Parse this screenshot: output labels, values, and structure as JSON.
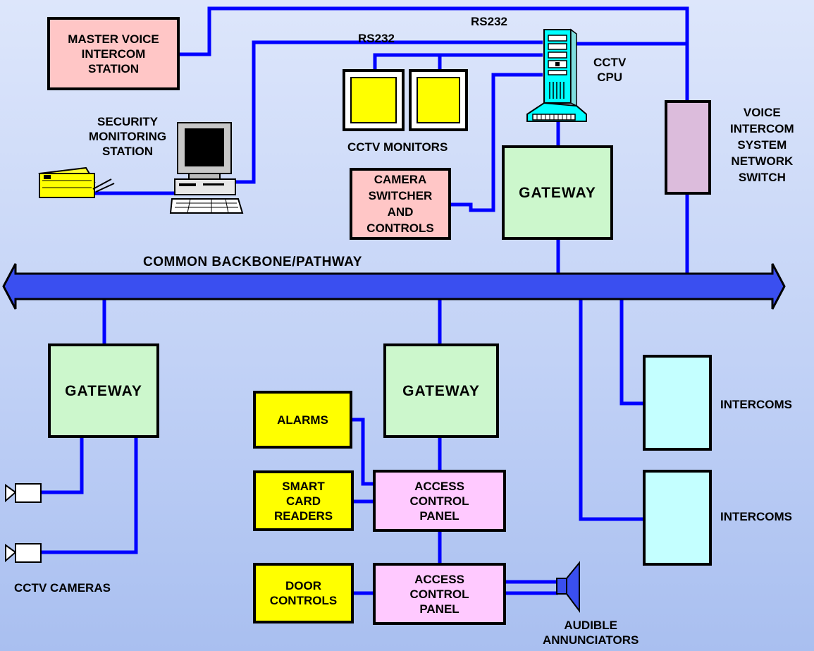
{
  "colors": {
    "wire": "#0000ff",
    "backbone": "#3a4ff0",
    "pink": "#ffc6c6",
    "green": "#ccf7cc",
    "yellow": "#ffff00",
    "magenta": "#ffc9ff",
    "cyan": "#c4ffff",
    "lilac": "#dcbcdc"
  },
  "labels": {
    "rs232_top": "RS232",
    "rs232_mid": "RS232",
    "master_voice": "MASTER VOICE\nINTERCOM\nSTATION",
    "security_station": "SECURITY\nMONITORING\nSTATION",
    "cctv_monitors": "CCTV MONITORS",
    "cctv_cpu": "CCTV\nCPU",
    "camera_switcher": "CAMERA\nSWITCHER\nAND\nCONTROLS",
    "gateway_top": "GATEWAY",
    "voice_switch": "VOICE\nINTERCOM\nSYSTEM\nNETWORK\nSWITCH",
    "backbone": "COMMON BACKBONE/PATHWAY",
    "gateway_left": "GATEWAY",
    "gateway_center": "GATEWAY",
    "alarms": "ALARMS",
    "smart_card": "SMART\nCARD\nREADERS",
    "door_controls": "DOOR\nCONTROLS",
    "acp_1": "ACCESS\nCONTROL\nPANEL",
    "acp_2": "ACCESS\nCONTROL\nPANEL",
    "intercoms_1": "INTERCOMS",
    "intercoms_2": "INTERCOMS",
    "cctv_cameras": "CCTV CAMERAS",
    "audible": "AUDIBLE\nANNUNCIATORS"
  },
  "icons": {
    "printer": "printer-icon",
    "computer": "desktop-computer-icon",
    "tower": "server-tower-icon",
    "camera": "video-camera-icon",
    "speaker": "horn-speaker-icon"
  }
}
